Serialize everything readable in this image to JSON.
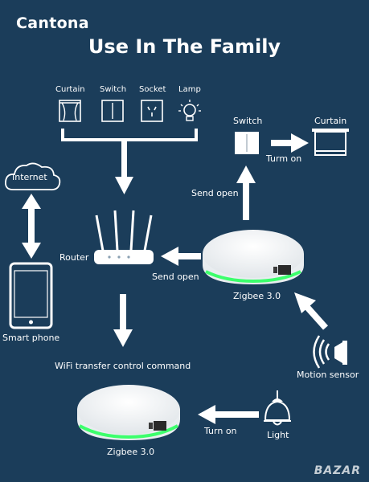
{
  "header": {
    "brand": "Cantona",
    "title": "Use In The Family"
  },
  "devices": {
    "curtain": "Curtain",
    "switch": "Switch",
    "socket": "Socket",
    "lamp": "Lamp"
  },
  "nodes": {
    "internet": "Internet",
    "router": "Router",
    "smartphone": "Smart phone",
    "hub_top": "Zigbee 3.0",
    "hub_bottom": "Zigbee 3.0",
    "switch_right": "Switch",
    "curtain_right": "Curtain",
    "motion_sensor": "Motion sensor",
    "light": "Light"
  },
  "flows": {
    "send_open_top": "Send open",
    "send_open_left": "Send open",
    "turn_on_top": "Turm on",
    "turn_on_bottom": "Turn on",
    "wifi": "WiFi transfer control command"
  },
  "watermark": "BAZAR"
}
